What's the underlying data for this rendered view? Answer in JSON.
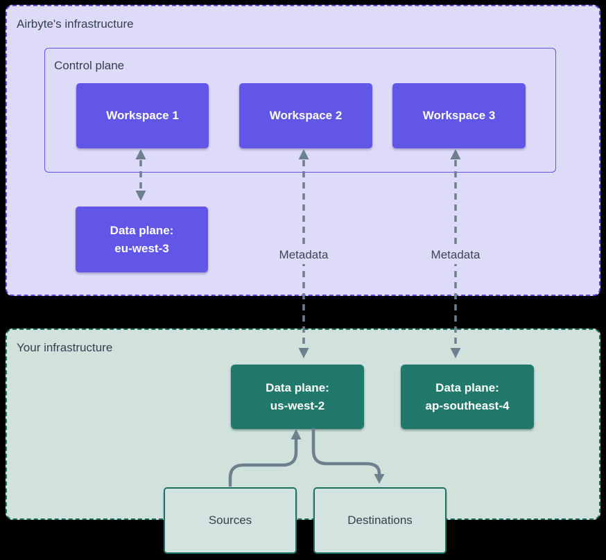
{
  "colors": {
    "canvas_bg": "#000000",
    "airbyte_section_bg": "#dedbf8",
    "airbyte_section_border": "#5a4ce1",
    "control_plane_border": "#5f53e4",
    "workspace_fill": "#6156e8",
    "your_section_bg": "#d1e2dd",
    "your_section_border": "#1d6f61",
    "data_plane_fill": "#20796b",
    "endpoint_fill": "#d3e4e0",
    "endpoint_border": "#1b7163",
    "arrow": "#6e7f8e",
    "text_dark": "#33404d",
    "text_light": "#ffffff"
  },
  "sections": {
    "airbyte": {
      "label": "Airbyte's infrastructure"
    },
    "control_plane": {
      "label": "Control plane"
    },
    "your": {
      "label": "Your infrastructure"
    }
  },
  "nodes": {
    "workspaces": [
      {
        "label": "Workspace 1"
      },
      {
        "label": "Workspace 2"
      },
      {
        "label": "Workspace 3"
      }
    ],
    "airbyte_data_plane": {
      "line1": "Data plane:",
      "line2": "eu-west-3"
    },
    "your_data_planes": [
      {
        "line1": "Data plane:",
        "line2": "us-west-2"
      },
      {
        "line1": "Data plane:",
        "line2": "ap-southeast-4"
      }
    ],
    "sources": {
      "label": "Sources"
    },
    "destinations": {
      "label": "Destinations"
    }
  },
  "annotations": {
    "metadata_left": "Metadata",
    "metadata_right": "Metadata"
  }
}
